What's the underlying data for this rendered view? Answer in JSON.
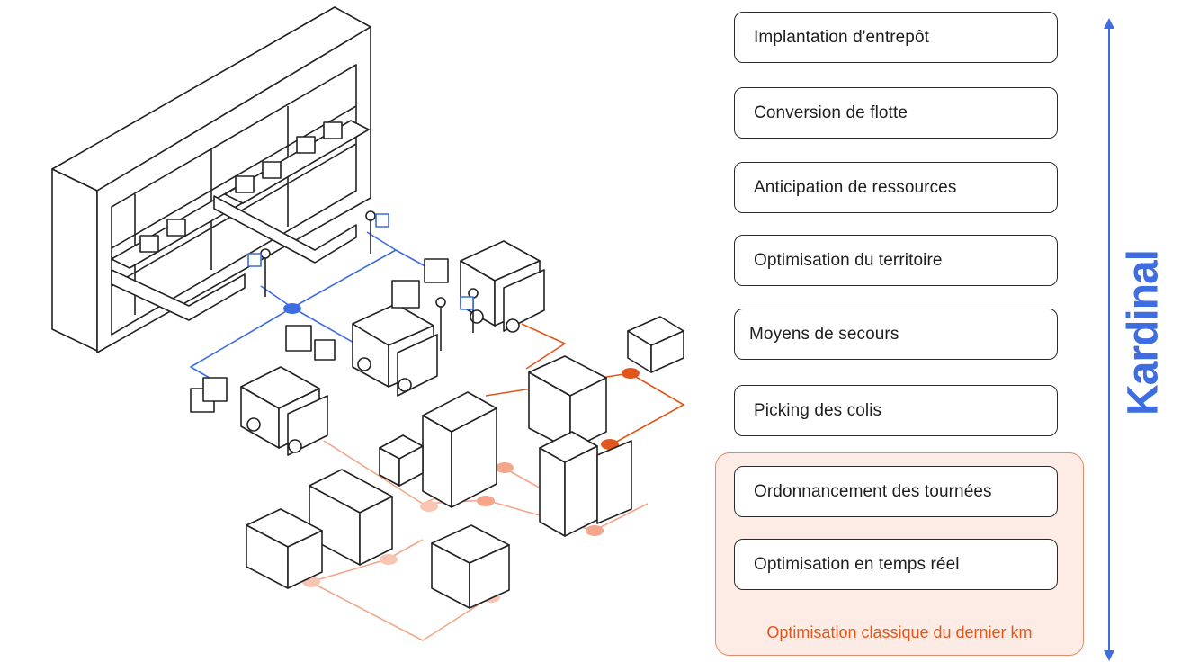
{
  "steps": [
    {
      "label": "Implantation d'entrepôt"
    },
    {
      "label": "Conversion de flotte"
    },
    {
      "label": "Anticipation de ressources"
    },
    {
      "label": "Optimisation du territoire"
    },
    {
      "label": "Moyens de secours"
    },
    {
      "label": "Picking des colis"
    },
    {
      "label": "Ordonnancement des tournées"
    },
    {
      "label": "Optimisation en temps réel"
    }
  ],
  "classic_zone": {
    "label": "Optimisation classique du dernier km"
  },
  "brand": {
    "name": "Kardinal"
  },
  "colors": {
    "blue": "#3d6de0",
    "orange": "#e2561e",
    "orange_light": "#f3a68a",
    "zone_fill": "#fdece5",
    "line": "#2a2a2a"
  },
  "icons": [
    "warehouse-icon",
    "truck-icon",
    "building-icon",
    "worker-icon",
    "package-icon",
    "kardinal-logo-icon"
  ]
}
